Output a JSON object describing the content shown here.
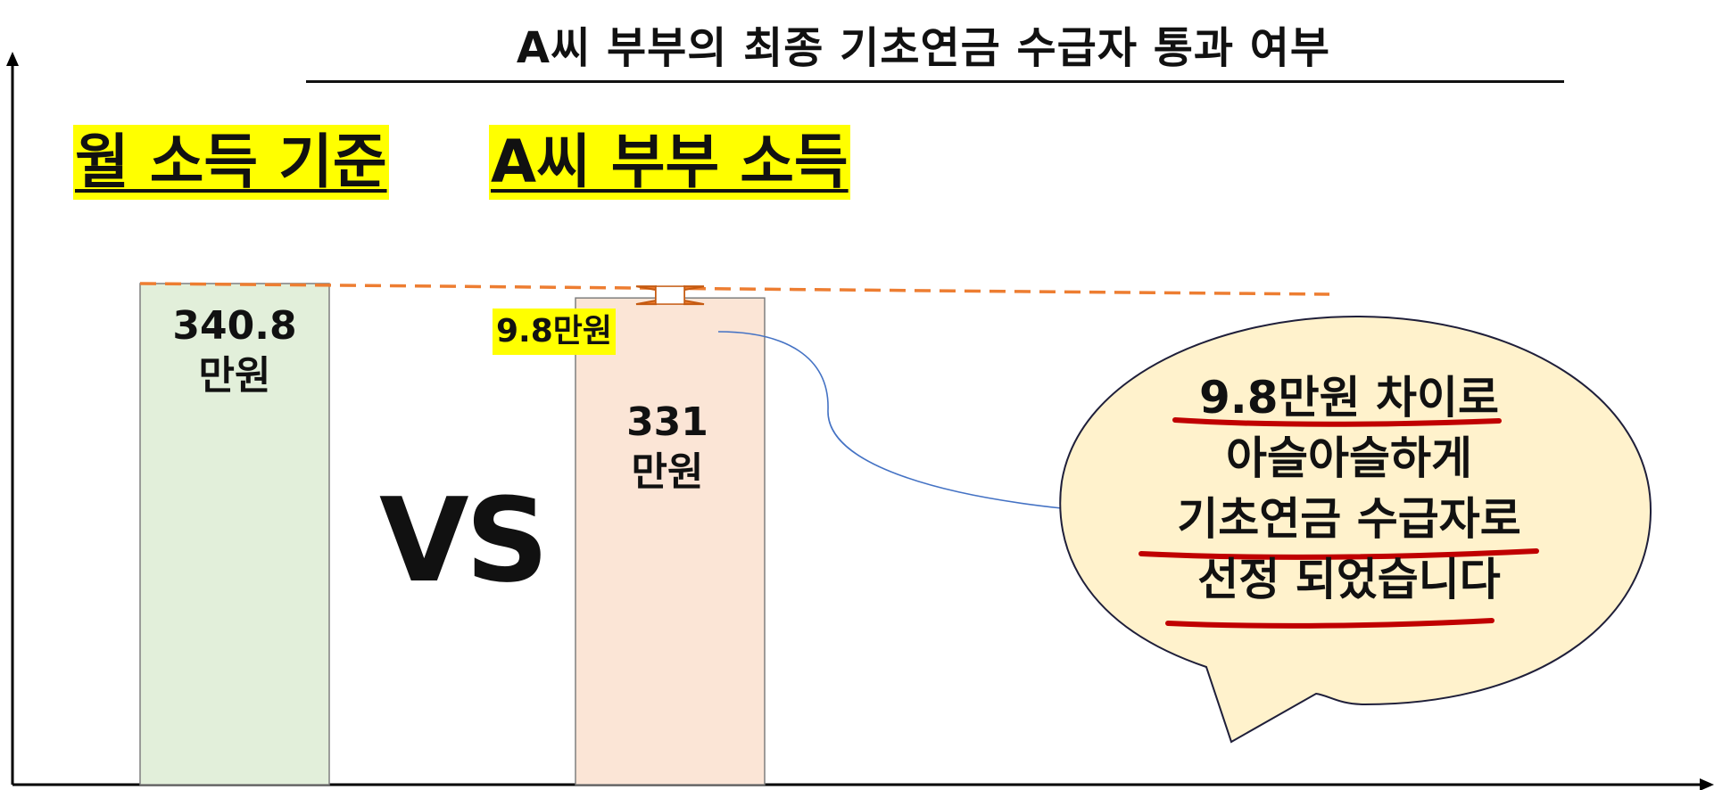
{
  "title": "A씨 부부의 최종 기초연금 수급자 통과 여부",
  "headers": {
    "left": "월 소득 기준",
    "right": "A씨 부부 소득"
  },
  "vs_label": "VS",
  "difference_label": "9.8만원",
  "bubble_lines": [
    "9.8만원 차이로",
    "아슬아슬하게",
    "기초연금 수급자로",
    "선정 되었습니다"
  ],
  "chart_data": {
    "type": "bar",
    "categories": [
      "월 소득 기준",
      "A씨 부부 소득"
    ],
    "values": [
      340.8,
      331
    ],
    "value_labels": [
      {
        "line1": "340.8",
        "line2": "만원"
      },
      {
        "line1": "331",
        "line2": "만원"
      }
    ],
    "difference": 9.8,
    "title": "A씨 부부의 최종 기초연금 수급자 통과 여부",
    "xlabel": "",
    "ylabel": "",
    "grid": false
  },
  "colors": {
    "bar_threshold_fill": "#e2efda",
    "bar_income_fill": "#fbe5d6",
    "bar_stroke": "#7f7f7f",
    "dashed_line": "#ed7d31",
    "arrow_fill": "#ed7d31",
    "highlight": "#ffff00",
    "bubble_fill": "#fff2cc",
    "bubble_stroke": "#1f1f3a",
    "connector": "#4472c4",
    "underline_red": "#c00000",
    "axis": "#000000"
  }
}
